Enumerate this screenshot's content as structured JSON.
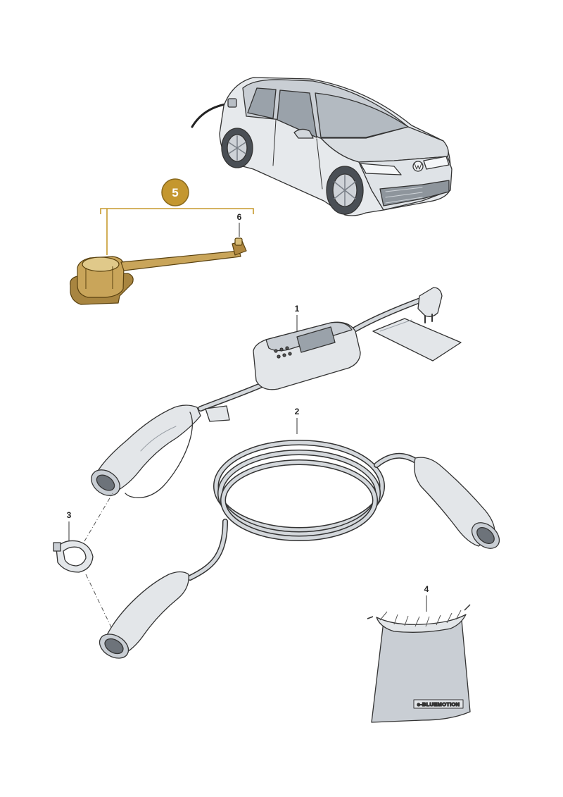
{
  "diagram": {
    "group_badge": "5",
    "callouts": {
      "part_1": "1",
      "part_2": "2",
      "part_3": "3",
      "part_4": "4",
      "part_6": "6"
    },
    "bag_label": "e-BLUEMOTION"
  },
  "colors": {
    "highlight": "#c79a2e",
    "highlight_fill": "#b08840",
    "line": "#333333",
    "part_fill": "#e3e6e9",
    "part_shadow": "#b9bec4"
  }
}
